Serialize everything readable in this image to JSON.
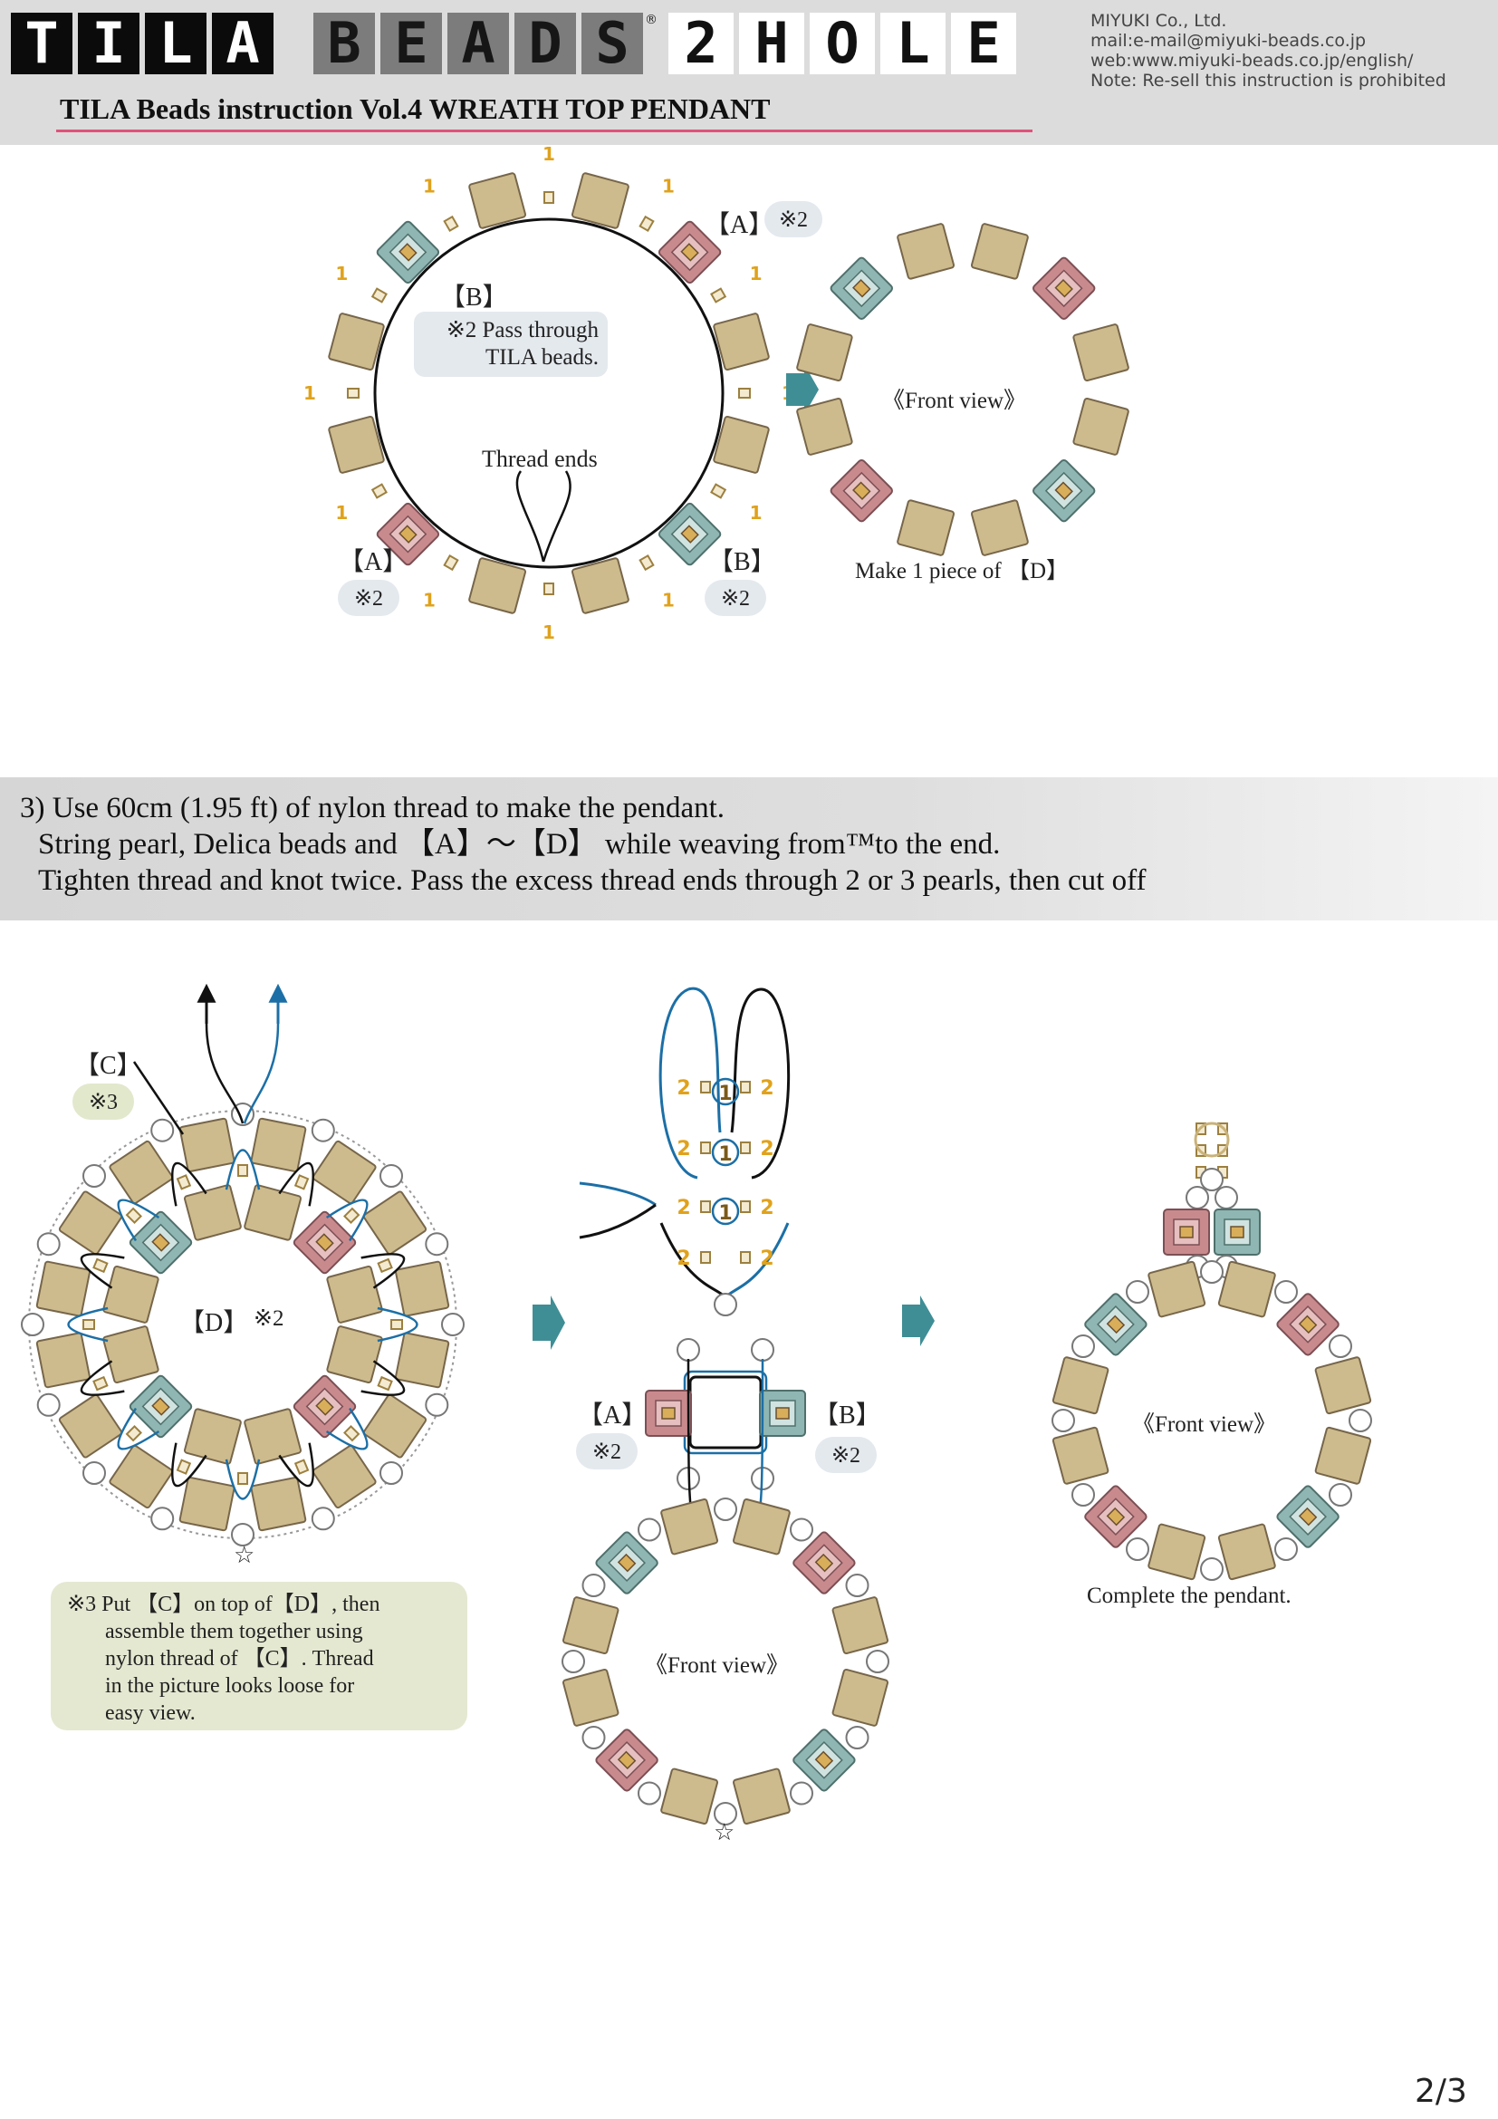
{
  "header": {
    "logo_tila": [
      "T",
      "I",
      "L",
      "A"
    ],
    "logo_beads": [
      "B",
      "E",
      "A",
      "D",
      "S"
    ],
    "logo_reg": "®",
    "logo_hole": [
      "2",
      "H",
      "O",
      "L",
      "E"
    ],
    "subtitle": "TILA Beads instruction Vol.4 WREATH TOP PENDANT",
    "company": "MIYUKI Co., Ltd.",
    "mail": "mail:e-mail@miyuki-beads.co.jp",
    "web": "web:www.miyuki-beads.co.jp/english/",
    "note": "Note: Re-sell this instruction is prohibited"
  },
  "fig1": {
    "label_a_top": "【A】",
    "mark_a_top": "※2",
    "label_b": "【B】",
    "note_b_1": "※2 Pass through",
    "note_b_2": "TILA beads.",
    "thread_ends": "Thread ends",
    "label_a_bottom": "【A】",
    "mark_a_bottom": "※2",
    "label_b_bottom": "【B】",
    "mark_b_bottom": "※2",
    "count_one": "1",
    "front_view": "《Front view》",
    "make_piece": "Make 1 piece of 【D】"
  },
  "step3": {
    "line1": "3) Use 60cm (1.95 ft) of nylon thread to make the pendant.",
    "line2": "String pearl, Delica beads and 【A】～【D】 while weaving from™to the end.",
    "line3": "Tighten thread and knot twice. Pass the excess thread ends through 2 or 3 pearls, then cut off"
  },
  "fig2": {
    "label_c": "【C】",
    "mark_c": "※3",
    "label_d": "【D】",
    "mark_d": "※2",
    "star": "☆",
    "note3_l1": "※3 Put 【C】on top of【D】, then",
    "note3_l2": "assemble them together using",
    "note3_l3": "nylon thread of 【C】. Thread",
    "note3_l4": "in the picture looks loose for",
    "note3_l5": "easy view."
  },
  "fig3": {
    "count_two": "2",
    "count_one": "1",
    "label_a": "【A】",
    "mark_a": "※2",
    "label_b": "【B】",
    "mark_b": "※2",
    "front_view": "《Front view》",
    "star": "☆"
  },
  "fig4": {
    "front_view": "《Front view》",
    "complete": "Complete the pendant."
  },
  "page_number": "2/3",
  "colors": {
    "tila_bead": "#cdbb8d",
    "bead_a_pink": "#c98a8e",
    "bead_b_teal": "#8fb6b2",
    "thread_blue": "#1c6fa6",
    "arrow_teal": "#3f8e95",
    "count_orange": "#e0a21c",
    "header_pink_rule": "#e0527a"
  }
}
